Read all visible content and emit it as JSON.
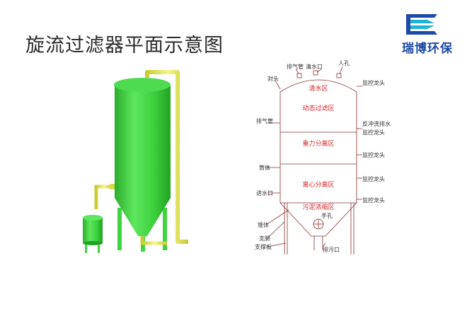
{
  "title": "旋流过滤器平面示意图",
  "logo": {
    "text": "瑞博环保",
    "mark": "rb-wave-mark-icon"
  },
  "colors": {
    "tank_green": "#3fd33f",
    "pipe_yellow": "#e6e84e",
    "schematic_line": "#8a3030",
    "zone_text": "#d6222b",
    "logo_blue": "#1d4aa8",
    "logo_cyan": "#1fb3d8"
  },
  "schematic": {
    "zones": [
      "清水区",
      "动态过滤区",
      "重力分离区",
      "离心分离区",
      "污泥浓缩区"
    ],
    "labels": {
      "vent_pipe_top": "排气管",
      "clear_water_port": "清水口",
      "manhole": "人孔",
      "head": "封头",
      "monitor_valve_1": "监控龙头",
      "vent_pipe_side": "排气管",
      "backwash_drain": "反冲洗排水",
      "monitor_valve_2": "监控龙头",
      "monitor_valve_3": "监控龙头",
      "barrel": "筒体",
      "monitor_valve_4": "监控龙头",
      "inlet": "进水口",
      "monitor_valve_5": "监控龙头",
      "hand_hole": "手孔",
      "cone": "锥体",
      "leg": "支腿",
      "support_plate": "支撑板",
      "sludge_outlet": "排污口"
    }
  }
}
